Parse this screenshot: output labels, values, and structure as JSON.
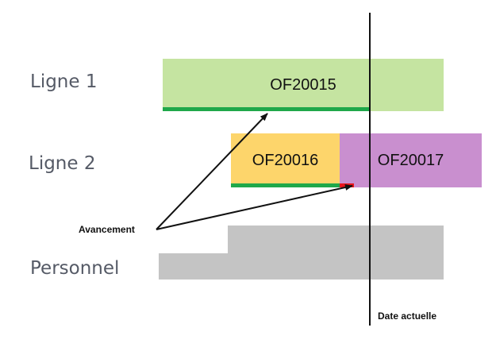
{
  "rows": {
    "ligne1": "Ligne 1",
    "ligne2": "Ligne 2",
    "personnel": "Personnel"
  },
  "tasks": {
    "of20015": {
      "label": "OF20015",
      "color": "#c5e4a1",
      "progress_color": "#1fa84a"
    },
    "of20016": {
      "label": "OF20016",
      "color": "#fdd56b",
      "progress_color": "#1fa84a"
    },
    "of20017": {
      "label": "OF20017",
      "color": "#c98fcf",
      "progress_color": "#e8151b"
    }
  },
  "personnel_color": "#c4c4c4",
  "annotations": {
    "avancement": "Avancement",
    "date_actuelle": "Date actuelle"
  }
}
